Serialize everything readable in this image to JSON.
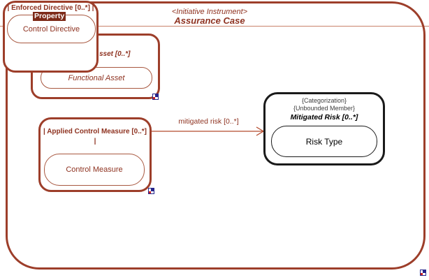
{
  "colors": {
    "brick": "#9d3e2a",
    "brick-light": "#a85840",
    "brick-text": "#8e3220",
    "separator": "#c9826b",
    "highlight-bg": "#7d2a18",
    "highlight-text": "#ffffff",
    "black-border": "#1a1a1a",
    "dark-text": "#000000",
    "tag-text": "#3c3c3c",
    "arrow": "#b44a2c",
    "pin-navy": "#26268c",
    "pin-red": "#cc2020"
  },
  "assurance_case": {
    "stereotype": "<Initiative Instrument>",
    "title": "Assurance Case"
  },
  "enforced_directive": {
    "label": "| Enforced Directive [0..*] |",
    "name_editor_value": "Property",
    "inner_label": "Control Directive"
  },
  "asset": {
    "visible_label_fragment": "sset [0..*]",
    "inner_label": "Functional Asset"
  },
  "applied_control_measure": {
    "label_line1": "| Applied Control Measure [0..*]",
    "label_line2": "|",
    "inner_label": "Control Measure"
  },
  "mitigated_risk_relation": {
    "label": "mitigated risk [0..*]"
  },
  "mitigated_risk": {
    "tags": [
      "{Categorization}",
      "{Unbounded Member}"
    ],
    "label": "Mitigated Risk [0..*]",
    "inner_label": "Risk Type"
  }
}
